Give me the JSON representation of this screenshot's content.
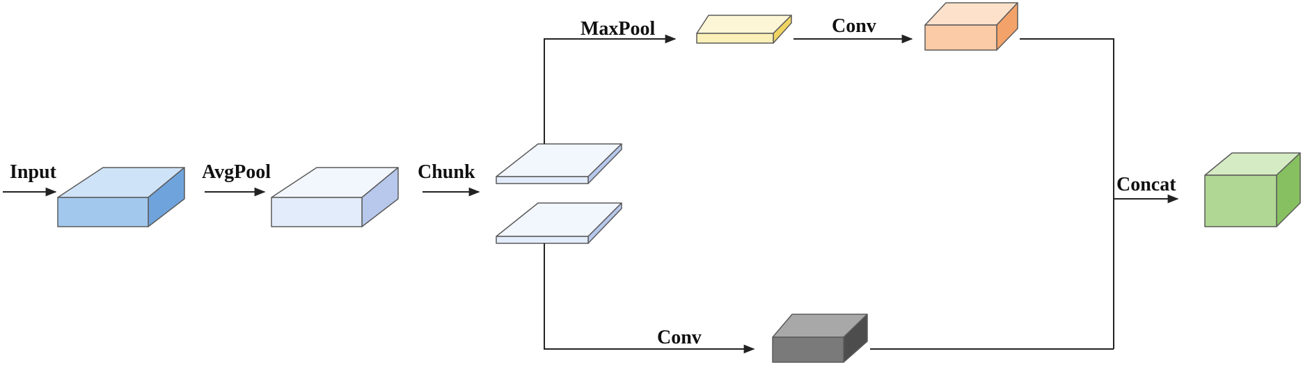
{
  "labels": {
    "input": "Input",
    "avgpool": "AvgPool",
    "chunk": "Chunk",
    "maxpool": "MaxPool",
    "conv_top": "Conv",
    "conv_bottom": "Conv",
    "concat": "Concat"
  },
  "colors": {
    "input_block": {
      "front": "#a3c8ee",
      "top": "#cfe3f8",
      "side": "#6fa3dc"
    },
    "avgpool_block": {
      "front": "#e3ecfa",
      "top": "#f2f6fd",
      "side": "#b7c8ec"
    },
    "chunk_slices": {
      "front": "#e3ecfa",
      "top": "#f2f6fd",
      "side": "#b7c8ec"
    },
    "maxpool_block": {
      "front": "#fbf0b8",
      "top": "#fdf6d6",
      "side": "#f0d463"
    },
    "conv_top_block": {
      "front": "#fbcba7",
      "top": "#fde1cb",
      "side": "#f3a36a"
    },
    "conv_bottom_block": {
      "front": "#7a7a7a",
      "top": "#a8a8a8",
      "side": "#4d4d4d"
    },
    "concat_block": {
      "front": "#b0d894",
      "top": "#d5ebc3",
      "side": "#87c060"
    },
    "line": "#222222"
  }
}
